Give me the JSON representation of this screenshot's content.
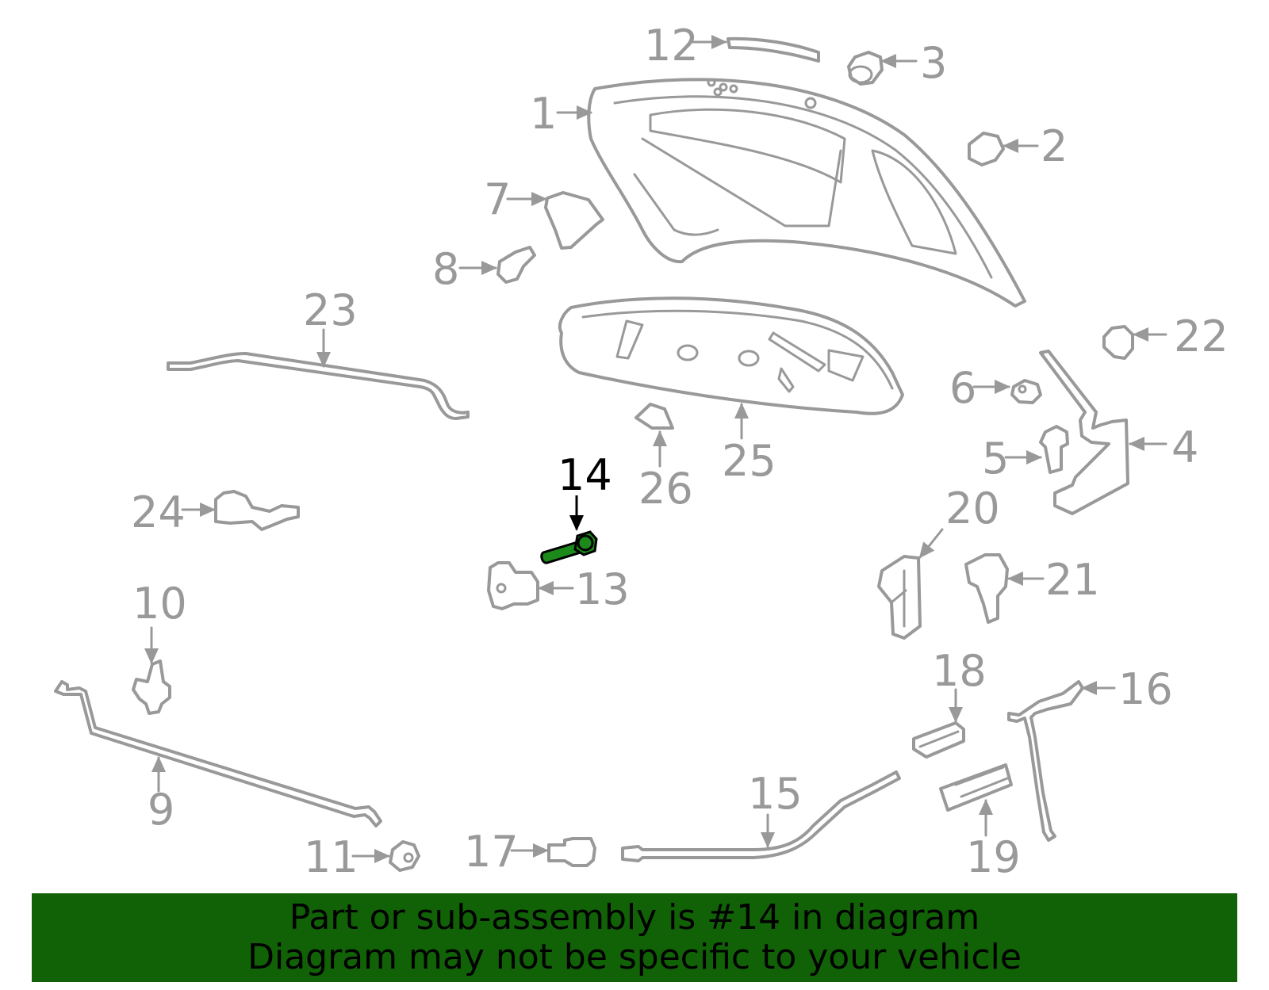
{
  "diagram": {
    "highlighted_part": "14",
    "highlight_color": "#1b8a1b",
    "label_color": "#999999",
    "labels": {
      "p1": "1",
      "p2": "2",
      "p3": "3",
      "p4": "4",
      "p5": "5",
      "p6": "6",
      "p7": "7",
      "p8": "8",
      "p9": "9",
      "p10": "10",
      "p11": "11",
      "p12": "12",
      "p13": "13",
      "p14": "14",
      "p15": "15",
      "p16": "16",
      "p17": "17",
      "p18": "18",
      "p19": "19",
      "p20": "20",
      "p21": "21",
      "p22": "22",
      "p23": "23",
      "p24": "24",
      "p25": "25",
      "p26": "26"
    }
  },
  "banner": {
    "line1": "Part or sub-assembly is #14 in diagram",
    "line2": "Diagram may not be specific to your vehicle",
    "background": "#116106"
  }
}
